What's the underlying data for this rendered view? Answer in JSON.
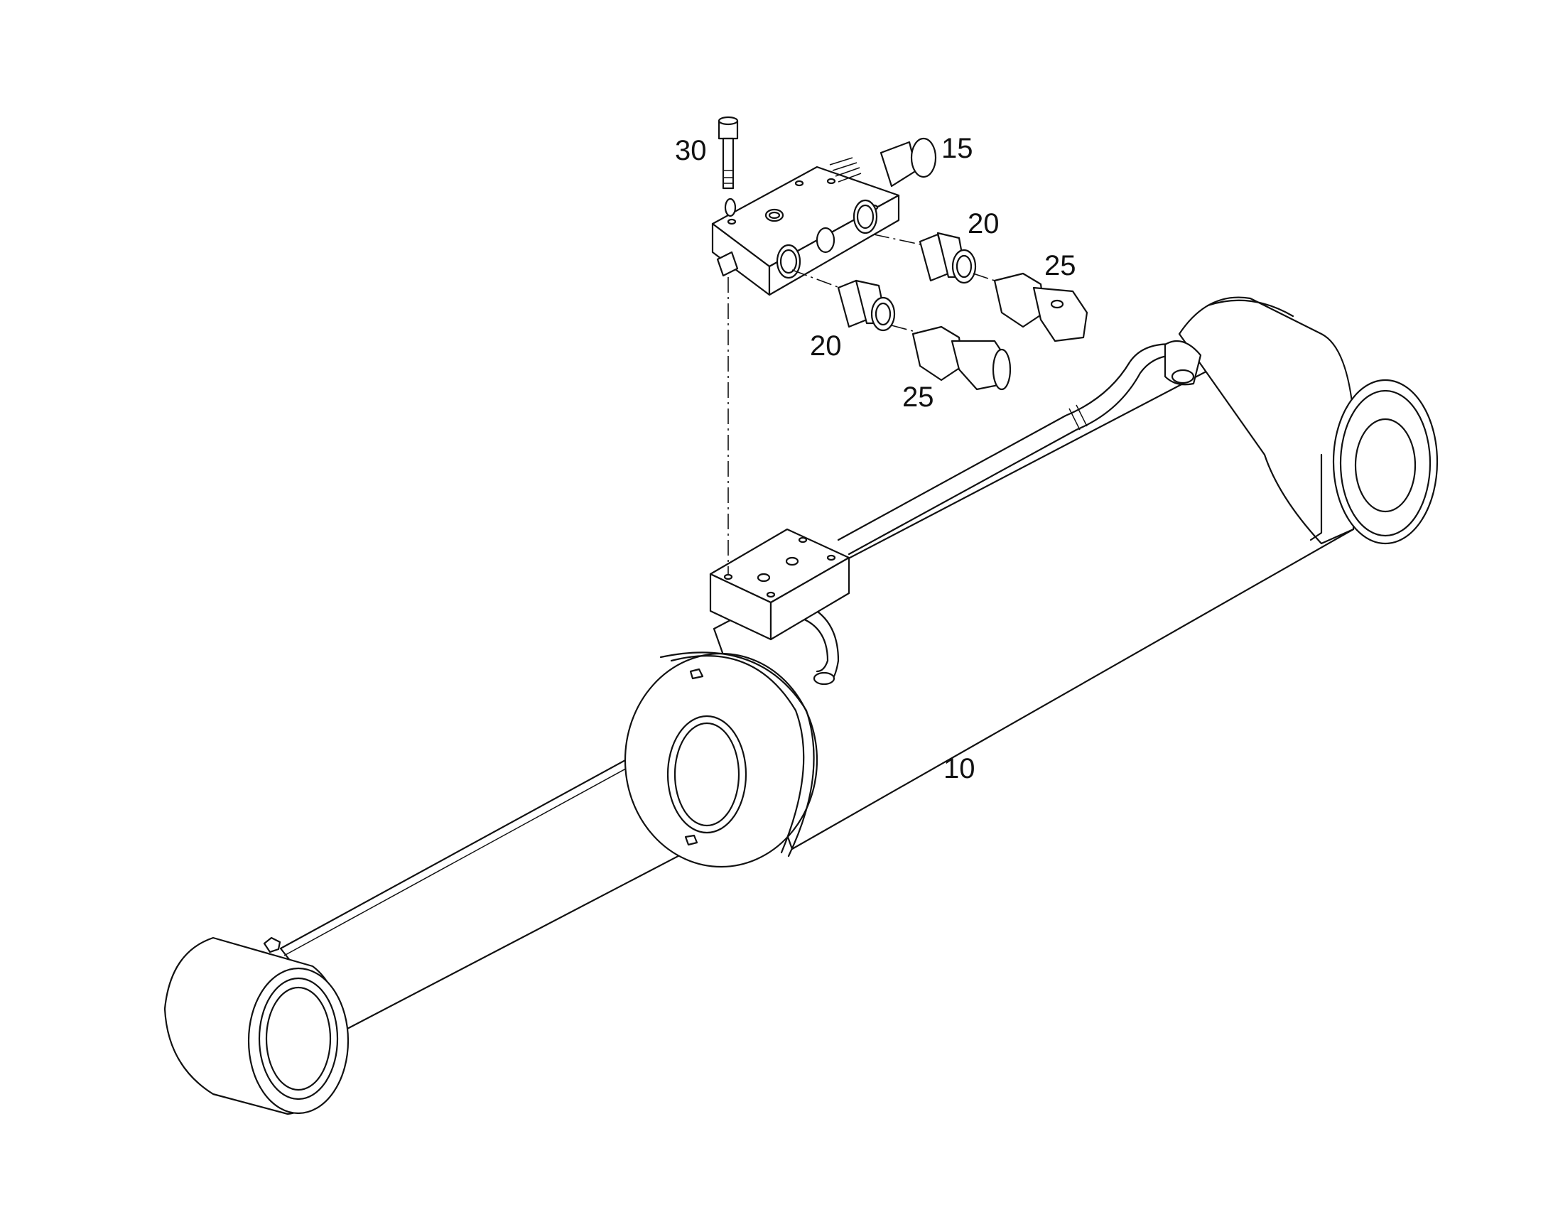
{
  "colors": {
    "line": "#111111",
    "background": "#ffffff"
  },
  "callouts": {
    "cylinder": "10",
    "valve_cartridge": "15",
    "adapter_upper": "20",
    "adapter_lower": "20",
    "elbow_upper": "25",
    "elbow_lower": "25",
    "bolt": "30"
  }
}
